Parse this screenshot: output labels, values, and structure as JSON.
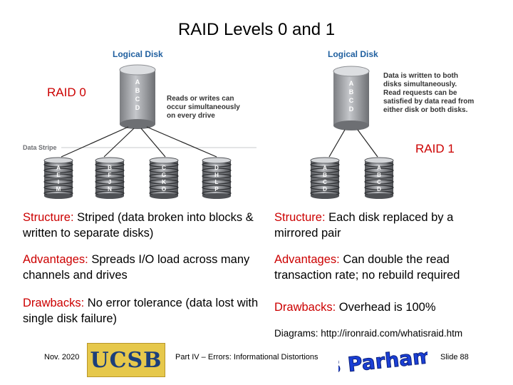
{
  "title": "RAID Levels 0 and 1",
  "raid0": {
    "label": "RAID 0",
    "logical_disk_caption": "Logical Disk",
    "logical_disk_letters": [
      "A",
      "B",
      "C",
      "D"
    ],
    "note_lines": [
      "Reads or writes can",
      "occur simultaneously",
      "on every drive"
    ],
    "stripe_caption": "Data Stripe",
    "drives": [
      [
        "A",
        "E",
        "I",
        "M"
      ],
      [
        "B",
        "F",
        "J",
        "N"
      ],
      [
        "C",
        "G",
        "K",
        "O"
      ],
      [
        "D",
        "H",
        "L",
        "P"
      ]
    ]
  },
  "raid1": {
    "label": "RAID 1",
    "logical_disk_caption": "Logical Disk",
    "logical_disk_letters": [
      "A",
      "B",
      "C",
      "D"
    ],
    "note_lines": [
      "Data is written to both",
      "disks simultaneously.",
      "Read requests can be",
      "satisfied by data read from",
      "either disk or both disks."
    ],
    "drives": [
      [
        "A",
        "B",
        "C",
        "D"
      ],
      [
        "A",
        "B",
        "C",
        "D"
      ]
    ]
  },
  "table": {
    "raid0": {
      "structure_kw": "Structure:",
      "structure_text": " Striped (data broken into blocks & written to separate disks)",
      "advantages_kw": "Advantages:",
      "advantages_text": " Spreads I/O load across many channels and drives",
      "drawbacks_kw": "Drawbacks:",
      "drawbacks_text": " No error tolerance (data lost with single disk failure)"
    },
    "raid1": {
      "structure_kw": "Structure:",
      "structure_text": " Each disk replaced by a mirrored pair",
      "advantages_kw": "Advantages:",
      "advantages_text": " Can double the read transaction rate; no rebuild required",
      "drawbacks_kw": "Drawbacks:",
      "drawbacks_text": " Overhead is 100%"
    }
  },
  "credit": "Diagrams: http://ironraid.com/whatisraid.htm",
  "footer": {
    "date": "Nov. 2020",
    "ucsb_logo": "UCSB",
    "center": "Part IV – Errors: Informational Distortions",
    "author_logo": "B Parhami",
    "slide": "Slide 88"
  },
  "colors": {
    "keyword": "#cc0000",
    "logical_disk_caption": "#1f5f9f",
    "disk_gray": "#a7a9ad",
    "disk_dark": "#6d6f73",
    "drive_band": "#2b2d30",
    "author_logo": "#1a3fd6"
  }
}
